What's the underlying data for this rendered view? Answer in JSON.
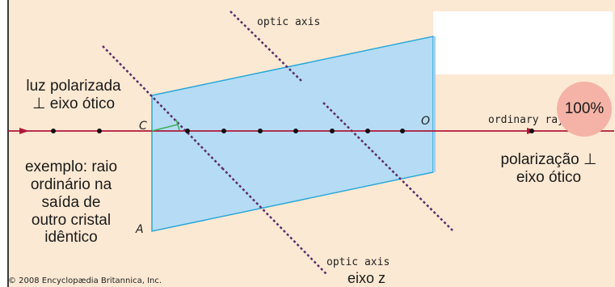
{
  "labels": {
    "optic_axis_top": "optic axis",
    "optic_axis_bottom": "optic axis",
    "eixo_z": "eixo z",
    "ordinary_ray": "ordinary ray",
    "copyright": "© 2008 Encyclopædia Britannica, Inc.",
    "point_c": "C",
    "point_o": "O",
    "point_a": "A"
  },
  "annotations": {
    "luz_line1": "luz polarizada",
    "luz_line2": "⊥ eixo ótico",
    "exemplo_lines": [
      "exemplo: raio",
      "ordinário na",
      "saída de",
      "outro cristal",
      "idêntico"
    ],
    "polarizacao_line1": "polarização ⊥",
    "polarizacao_line2": "eixo ótico"
  },
  "zoom": "100%",
  "colors": {
    "background": "#fce9d3",
    "crystal_fill": "#b5dcf4",
    "crystal_edge": "#2aa8d8",
    "ray": "#b0183a",
    "optic_axis": "#5a2a6a",
    "badge": "#f4b3a6"
  }
}
